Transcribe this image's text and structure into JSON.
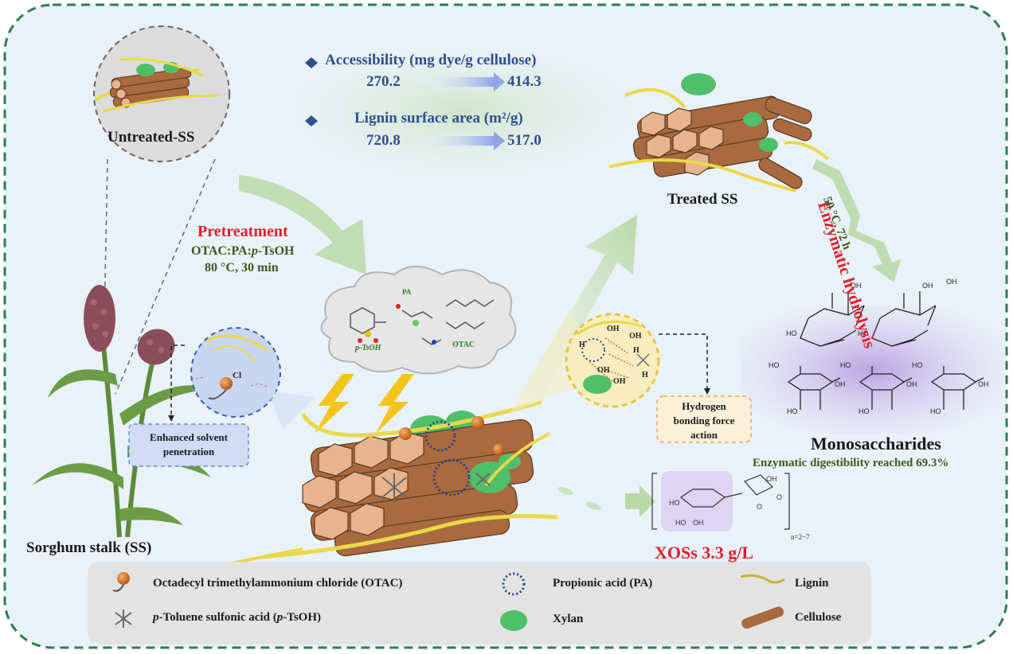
{
  "colors": {
    "border": "#2e7d4f",
    "panel": "#eaf2f9",
    "title_blue": "#2f4f8f",
    "accent_red": "#e0202a",
    "text_green": "#3a5a1c",
    "cellulose": "#a86a3e",
    "cellulose_end": "#e7b48e",
    "lignin": "#e9d94a",
    "xylan": "#4fbf6a",
    "otac": "#d2711e",
    "pa": "#1f3f8f"
  },
  "untreated": {
    "label": "Untreated-SS"
  },
  "metrics": [
    {
      "label": "Accessibility (mg dye/g cellulose)",
      "before": "270.2",
      "after": "414.3"
    },
    {
      "label": "Lignin surface area (m²/g)",
      "before": "720.8",
      "after": "517.0"
    }
  ],
  "pretreatment": {
    "title": "Pretreatment",
    "solvent_prefix": "OTAC:PA:",
    "solvent_italic": "p",
    "solvent_suffix": "-TsOH",
    "conditions": "80 °C, 30 min"
  },
  "cloud_labels": {
    "pa": "PA",
    "ptsoh": "p-TsOH",
    "otac": "OTAC",
    "cl": "Cl"
  },
  "treated": {
    "label": "Treated SS"
  },
  "hydrolysis": {
    "title": "Enzymatic hydrolysis",
    "conditions": "50 °C, 72 h"
  },
  "sorghum": {
    "label": "Sorghum stalk (SS)"
  },
  "penetration_box": {
    "line1": "Enhanced solvent",
    "line2": "penetration"
  },
  "hbond_box": {
    "line1": "Hydrogen",
    "line2": "bonding force",
    "line3": "action"
  },
  "hbond_labels": {
    "oh": "OH",
    "h": "H"
  },
  "monosaccharides": {
    "label": "Monosaccharides",
    "digestibility": "Enzymatic digestibility reached 69.3%"
  },
  "xos": {
    "label": "XOSs 3.3 g/L",
    "subscript": "n=2~7"
  },
  "legend": [
    {
      "icon": "otac-icon",
      "text": "Octadecyl trimethylammonium chloride (OTAC)"
    },
    {
      "icon": "pa-icon",
      "text": "Propionic acid (PA)"
    },
    {
      "icon": "lignin-icon",
      "text": "Lignin"
    },
    {
      "icon": "ptsoh-icon",
      "text_italic": "p",
      "text_mid": "-Toluene sulfonic acid (",
      "text_italic2": "p",
      "text_end": "-TsOH)"
    },
    {
      "icon": "xylan-icon",
      "text": "Xylan"
    },
    {
      "icon": "cellulose-icon",
      "text": "Cellulose"
    }
  ]
}
